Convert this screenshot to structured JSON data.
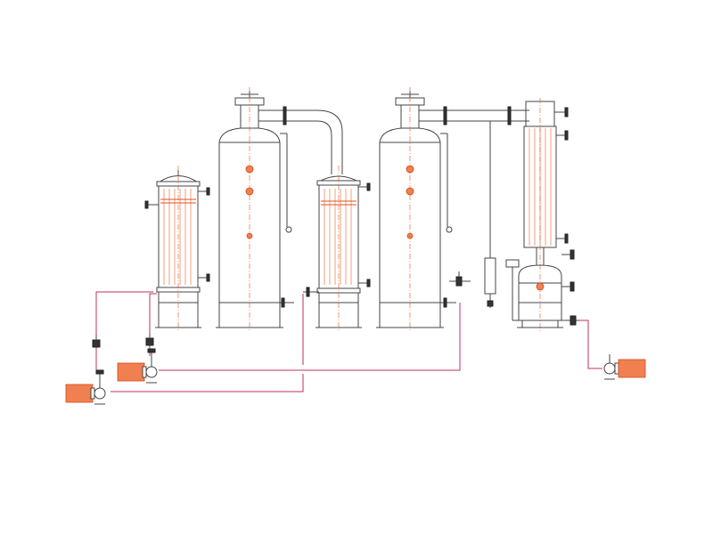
{
  "diagram": {
    "type": "process-flow",
    "style": "line-drawing",
    "colors": {
      "line": "#444444",
      "accent": "#e2531f",
      "tube": "#f2a07e",
      "pipe": "#c0305a",
      "background": "#ffffff"
    },
    "components": [
      {
        "id": "heater-1",
        "kind": "tube-bundle-heater"
      },
      {
        "id": "separator-1",
        "kind": "vapour-separator"
      },
      {
        "id": "heater-2",
        "kind": "tube-bundle-heater"
      },
      {
        "id": "separator-2",
        "kind": "vapour-separator"
      },
      {
        "id": "condenser",
        "kind": "tube-condenser"
      },
      {
        "id": "receiver",
        "kind": "condensate-receiver"
      },
      {
        "id": "pump-1",
        "kind": "motor-pump"
      },
      {
        "id": "pump-2",
        "kind": "motor-pump"
      },
      {
        "id": "pump-3",
        "kind": "motor-pump"
      }
    ]
  }
}
